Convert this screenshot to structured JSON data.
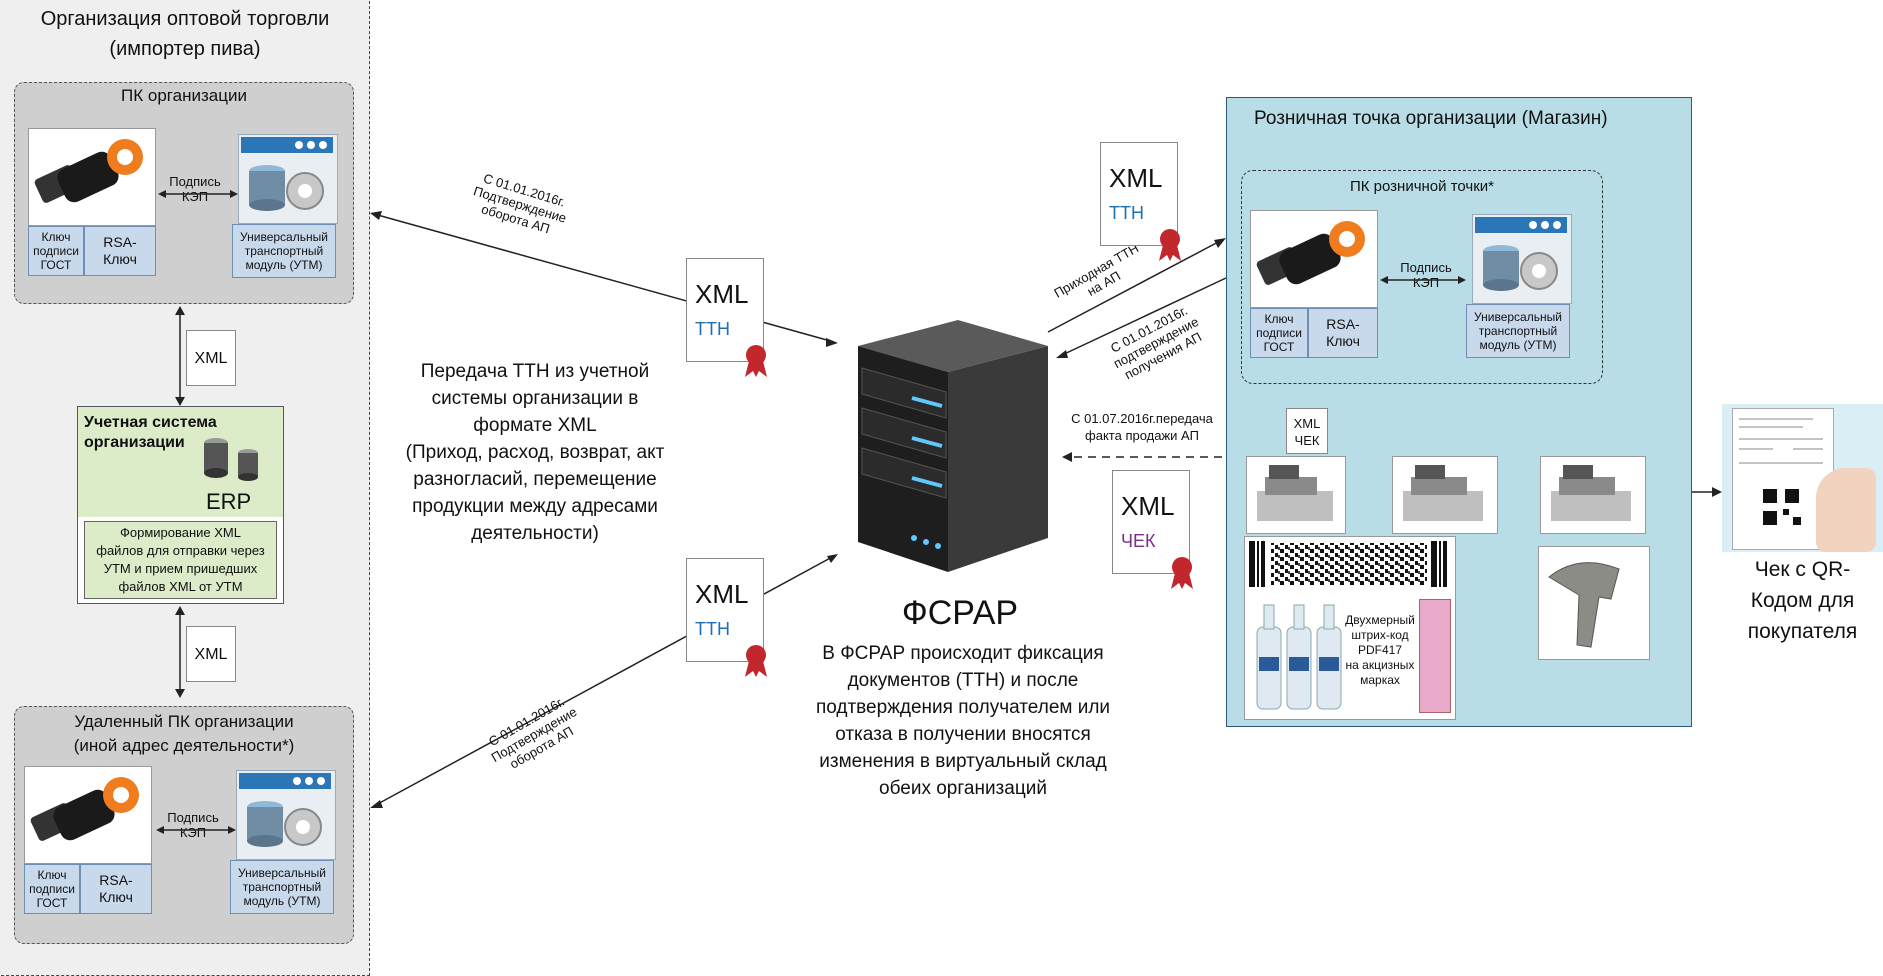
{
  "org": {
    "title_line1": "Организация оптовой торговли",
    "title_line2": "(импортер пива)",
    "pc_title": "ПК организации",
    "remote_title_line1": "Удаленный ПК организации",
    "remote_title_line2": "(иной адрес деятельности*)"
  },
  "pc": {
    "key_label_lines": [
      "Ключ",
      "подписи",
      "ГОСТ"
    ],
    "rsa_label_lines": [
      "RSA-",
      "Ключ"
    ],
    "sign_label_lines": [
      "Подпись",
      "КЭП"
    ],
    "utm_label_lines": [
      "Универсальный",
      "транспортный",
      "модуль (УТМ)"
    ]
  },
  "erp": {
    "title_line1": "Учетная система",
    "title_line2": "организации",
    "erp_label": "ERP",
    "desc_lines": [
      "Формирование XML",
      "файлов для отправки через",
      "УТМ и прием пришедших",
      "файлов XML от УТМ"
    ]
  },
  "docs": {
    "xml": "XML",
    "ttn": "ТТН",
    "check": "ЧЕК"
  },
  "center": {
    "transfer_lines": [
      "Передача ТТН из учетной",
      "системы организации в",
      "формате XML",
      "(Приход, расход, возврат, акт",
      "разногласий, перемещение",
      "продукции между адресами",
      "деятельности)"
    ],
    "fsrar": "ФСРАР",
    "fsrar_desc_lines": [
      "В ФСРАР происходит фиксация",
      "документов (ТТН) и после",
      "подтверждения получателем или",
      "отказа в получении вносятся",
      "изменения в виртуальный склад",
      "обеих организаций"
    ]
  },
  "arrows": {
    "top_left_lines": [
      "С 01.01.2016г.",
      "Подтверждение",
      "оборота АП"
    ],
    "bottom_left_lines": [
      "С 01.01.2016г.",
      "Подтверждение",
      "оборота АП"
    ],
    "incoming_lines": [
      "Приходная ТТН",
      "на АП"
    ],
    "receipt_confirm_lines": [
      "С 01.01.2016г.",
      "подтверждение",
      "получения АП"
    ],
    "sale_lines": [
      "С 01.07.2016г.передача",
      "факта продажи АП"
    ]
  },
  "retail": {
    "title": "Розничная точка организации (Магазин)",
    "pc_title": "ПК розничной точки*",
    "barcode_lines": [
      "Двухмерный",
      "штрих-код",
      "PDF417",
      "на акцизных",
      "марках"
    ],
    "xml_check_lines": [
      "XML",
      "ЧЕК"
    ]
  },
  "receipt": {
    "lines": [
      "Чек с QR-",
      "Кодом для",
      "покупателя"
    ]
  },
  "colors": {
    "retail_bg": "#b8dde6",
    "erp_bg": "#dcebc8",
    "pc_box_bg": "#cfcfcf",
    "label_bg": "#c9d9ec",
    "seal_red": "#c1272d",
    "ttn_blue": "#1f6fb5",
    "check_purple": "#7a2e8a"
  }
}
